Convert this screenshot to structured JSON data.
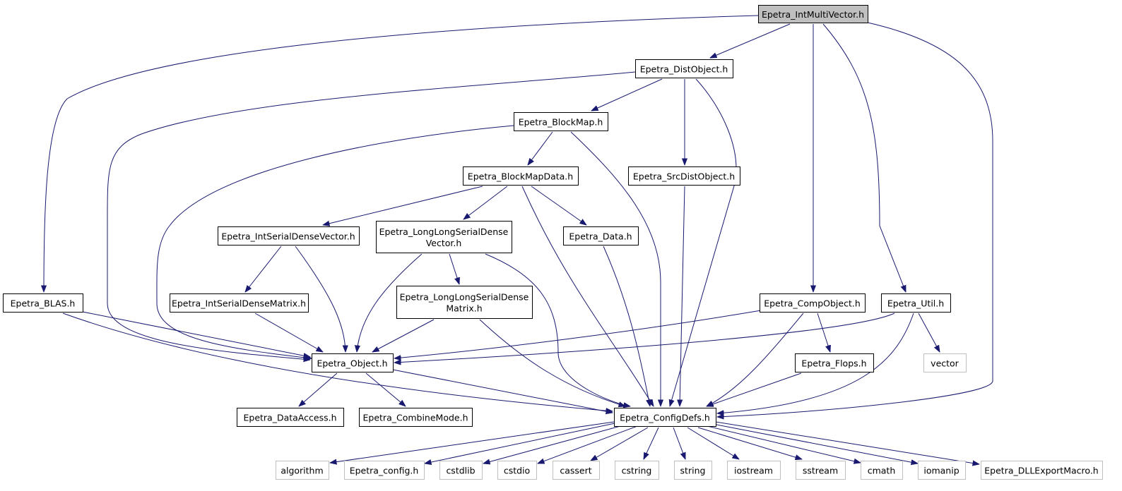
{
  "diagram": {
    "type": "include-dependency-graph",
    "colors": {
      "edge": "#191970",
      "root_fill": "#bfbfbf",
      "node_border": "#000000",
      "external_border": "#bfbfbf",
      "background": "#ffffff"
    },
    "nodes": [
      {
        "id": "intmultivector",
        "lines": [
          "Epetra_IntMultiVector.h"
        ],
        "kind": "root"
      },
      {
        "id": "distobject",
        "lines": [
          "Epetra_DistObject.h"
        ],
        "kind": "file"
      },
      {
        "id": "blockmap",
        "lines": [
          "Epetra_BlockMap.h"
        ],
        "kind": "file"
      },
      {
        "id": "blockmapdata",
        "lines": [
          "Epetra_BlockMapData.h"
        ],
        "kind": "file"
      },
      {
        "id": "srcdistobject",
        "lines": [
          "Epetra_SrcDistObject.h"
        ],
        "kind": "file"
      },
      {
        "id": "intserialdensevector",
        "lines": [
          "Epetra_IntSerialDenseVector.h"
        ],
        "kind": "file"
      },
      {
        "id": "longlongserialdensevector",
        "lines": [
          "Epetra_LongLongSerialDense",
          "Vector.h"
        ],
        "kind": "file"
      },
      {
        "id": "data",
        "lines": [
          "Epetra_Data.h"
        ],
        "kind": "file"
      },
      {
        "id": "blas",
        "lines": [
          "Epetra_BLAS.h"
        ],
        "kind": "file"
      },
      {
        "id": "intserialdensematrix",
        "lines": [
          "Epetra_IntSerialDenseMatrix.h"
        ],
        "kind": "file"
      },
      {
        "id": "longlongserialdensematrix",
        "lines": [
          "Epetra_LongLongSerialDense",
          "Matrix.h"
        ],
        "kind": "file"
      },
      {
        "id": "compobject",
        "lines": [
          "Epetra_CompObject.h"
        ],
        "kind": "file"
      },
      {
        "id": "util",
        "lines": [
          "Epetra_Util.h"
        ],
        "kind": "file"
      },
      {
        "id": "object",
        "lines": [
          "Epetra_Object.h"
        ],
        "kind": "file"
      },
      {
        "id": "flops",
        "lines": [
          "Epetra_Flops.h"
        ],
        "kind": "file"
      },
      {
        "id": "vector",
        "lines": [
          "vector"
        ],
        "kind": "external"
      },
      {
        "id": "dataaccess",
        "lines": [
          "Epetra_DataAccess.h"
        ],
        "kind": "file"
      },
      {
        "id": "combinemode",
        "lines": [
          "Epetra_CombineMode.h"
        ],
        "kind": "file"
      },
      {
        "id": "configdefs",
        "lines": [
          "Epetra_ConfigDefs.h"
        ],
        "kind": "file"
      },
      {
        "id": "algorithm",
        "lines": [
          "algorithm"
        ],
        "kind": "external"
      },
      {
        "id": "epetraconfig",
        "lines": [
          "Epetra_config.h"
        ],
        "kind": "external"
      },
      {
        "id": "cstdlib",
        "lines": [
          "cstdlib"
        ],
        "kind": "external"
      },
      {
        "id": "cstdio",
        "lines": [
          "cstdio"
        ],
        "kind": "external"
      },
      {
        "id": "cassert",
        "lines": [
          "cassert"
        ],
        "kind": "external"
      },
      {
        "id": "cstring",
        "lines": [
          "cstring"
        ],
        "kind": "external"
      },
      {
        "id": "string",
        "lines": [
          "string"
        ],
        "kind": "external"
      },
      {
        "id": "iostream",
        "lines": [
          "iostream"
        ],
        "kind": "external"
      },
      {
        "id": "sstream",
        "lines": [
          "sstream"
        ],
        "kind": "external"
      },
      {
        "id": "cmath",
        "lines": [
          "cmath"
        ],
        "kind": "external"
      },
      {
        "id": "iomanip",
        "lines": [
          "iomanip"
        ],
        "kind": "external"
      },
      {
        "id": "dllexportmacro",
        "lines": [
          "Epetra_DLLExportMacro.h"
        ],
        "kind": "external"
      }
    ],
    "edges": [
      [
        "intmultivector",
        "distobject"
      ],
      [
        "intmultivector",
        "blas"
      ],
      [
        "intmultivector",
        "compobject"
      ],
      [
        "intmultivector",
        "util"
      ],
      [
        "intmultivector",
        "configdefs"
      ],
      [
        "distobject",
        "blockmap"
      ],
      [
        "distobject",
        "srcdistobject"
      ],
      [
        "distobject",
        "object"
      ],
      [
        "distobject",
        "configdefs"
      ],
      [
        "blockmap",
        "blockmapdata"
      ],
      [
        "blockmap",
        "object"
      ],
      [
        "blockmap",
        "configdefs"
      ],
      [
        "blockmapdata",
        "intserialdensevector"
      ],
      [
        "blockmapdata",
        "longlongserialdensevector"
      ],
      [
        "blockmapdata",
        "data"
      ],
      [
        "blockmapdata",
        "configdefs"
      ],
      [
        "srcdistobject",
        "configdefs"
      ],
      [
        "intserialdensevector",
        "intserialdensematrix"
      ],
      [
        "intserialdensevector",
        "object"
      ],
      [
        "longlongserialdensevector",
        "longlongserialdensematrix"
      ],
      [
        "longlongserialdensevector",
        "object"
      ],
      [
        "longlongserialdensevector",
        "configdefs"
      ],
      [
        "data",
        "configdefs"
      ],
      [
        "blas",
        "object"
      ],
      [
        "blas",
        "configdefs"
      ],
      [
        "intserialdensematrix",
        "object"
      ],
      [
        "longlongserialdensematrix",
        "object"
      ],
      [
        "longlongserialdensematrix",
        "configdefs"
      ],
      [
        "compobject",
        "object"
      ],
      [
        "compobject",
        "flops"
      ],
      [
        "compobject",
        "configdefs"
      ],
      [
        "util",
        "object"
      ],
      [
        "util",
        "vector"
      ],
      [
        "util",
        "configdefs"
      ],
      [
        "object",
        "dataaccess"
      ],
      [
        "object",
        "combinemode"
      ],
      [
        "object",
        "configdefs"
      ],
      [
        "flops",
        "configdefs"
      ],
      [
        "configdefs",
        "algorithm"
      ],
      [
        "configdefs",
        "epetraconfig"
      ],
      [
        "configdefs",
        "cstdlib"
      ],
      [
        "configdefs",
        "cstdio"
      ],
      [
        "configdefs",
        "cassert"
      ],
      [
        "configdefs",
        "cstring"
      ],
      [
        "configdefs",
        "string"
      ],
      [
        "configdefs",
        "iostream"
      ],
      [
        "configdefs",
        "sstream"
      ],
      [
        "configdefs",
        "cmath"
      ],
      [
        "configdefs",
        "iomanip"
      ],
      [
        "configdefs",
        "dllexportmacro"
      ]
    ]
  }
}
